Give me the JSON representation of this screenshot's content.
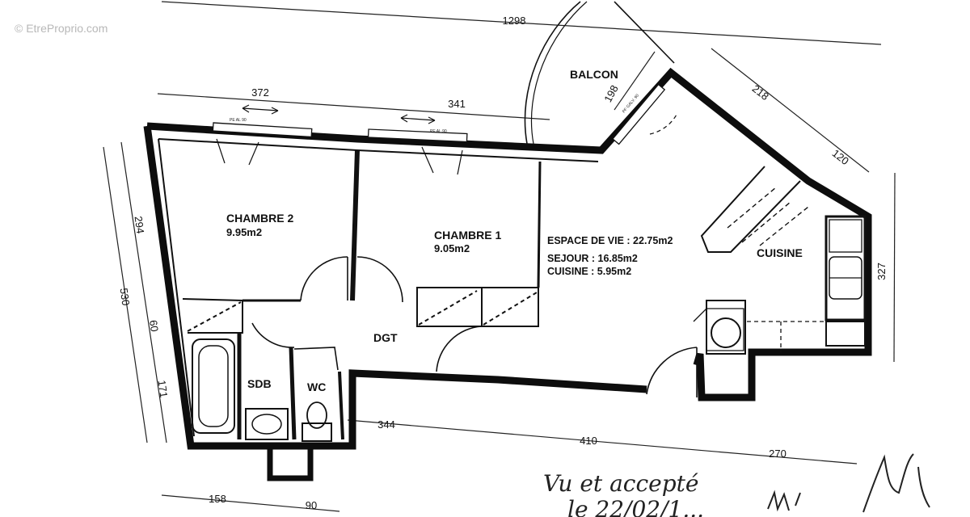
{
  "watermark": "© EtreProprio.com",
  "rooms": {
    "chambre2": {
      "name": "CHAMBRE 2",
      "area": "9.95m2"
    },
    "chambre1": {
      "name": "CHAMBRE 1",
      "area": "9.05m2"
    },
    "dgt": "DGT",
    "sdb": "SDB",
    "wc": "WC",
    "cuisine": "CUISINE",
    "balcon": "BALCON"
  },
  "living_note": {
    "line1": "ESPACE DE VIE : 22.75m2",
    "line2": "SEJOUR : 16.85m2",
    "line3": "CUISINE : 5.95m2"
  },
  "dimensions": {
    "top_total": "1298",
    "top_left": "372",
    "top_mid": "341",
    "balcon_depth": "198",
    "diag_a": "218",
    "diag_b": "120",
    "left_outer": "530",
    "left_a": "294",
    "left_b": "60",
    "left_c": "171",
    "right": "327",
    "bottom_a": "344",
    "bottom_b": "410",
    "bottom_c": "270",
    "bottom_left_a": "158",
    "bottom_left_b": "90"
  },
  "window_codes": {
    "w1": "PE AL 90",
    "w2": "PE AL 90",
    "w3": "PF GALV. 90"
  },
  "handwritten": {
    "line1": "Vu et accepté",
    "line2": "le 22/02/1... "
  }
}
